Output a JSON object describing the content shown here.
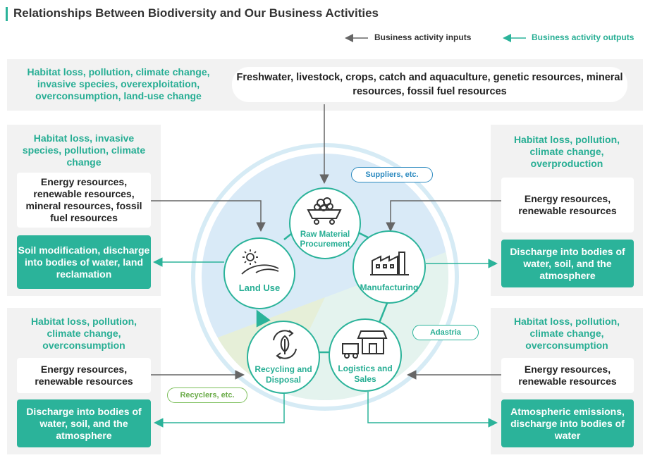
{
  "title": "Relationships Between Biodiversity and Our Business Activities",
  "legend": {
    "inputs": "Business activity inputs",
    "outputs": "Business activity outputs"
  },
  "top": {
    "threats": "Habitat loss, pollution, climate change, invasive species, overexploitation, overconsumption, land-use change",
    "inputs": "Freshwater, livestock, crops, catch and aquaculture, genetic resources, mineral resources, fossil fuel resources"
  },
  "left_upper": {
    "threats": "Habitat loss, invasive species, pollution, climate change",
    "inputs": "Energy resources, renewable resources, mineral resources, fossil fuel resources",
    "outputs": "Soil modification, discharge into bodies of water, land reclamation"
  },
  "right_upper": {
    "threats": "Habitat loss, pollution, climate change, overproduction",
    "inputs": "Energy resources, renewable resources",
    "outputs": "Discharge into bodies of water, soil, and the atmosphere"
  },
  "left_lower": {
    "threats": "Habitat loss, pollution, climate change, overconsumption",
    "inputs": "Energy resources, renewable resources",
    "outputs": "Discharge into bodies of water, soil, and the atmosphere"
  },
  "right_lower": {
    "threats": "Habitat loss, pollution, climate change, overconsumption",
    "inputs": "Energy resources, renewable resources",
    "outputs": "Atmospheric emissions, discharge into bodies of water"
  },
  "tags": {
    "suppliers": "Suppliers, etc.",
    "adastria": "Adastria",
    "recyclers": "Recyclers, etc."
  },
  "nodes": {
    "raw_material": "Raw Material Procurement",
    "manufacturing": "Manufacturing",
    "logistics": "Logistics and Sales",
    "recycling": "Recycling and Disposal",
    "land_use": "Land Use"
  },
  "colors": {
    "accent": "#2bb39a",
    "input_arrow": "#666666",
    "suppliers_region": "#d9eaf7",
    "adastria_region": "#e4f3ee",
    "recyclers_region": "#e6efd8"
  },
  "icons": [
    "ore-cart-icon",
    "factory-icon",
    "delivery-truck-store-icon",
    "recycle-leaf-icon",
    "sun-hills-icon"
  ]
}
